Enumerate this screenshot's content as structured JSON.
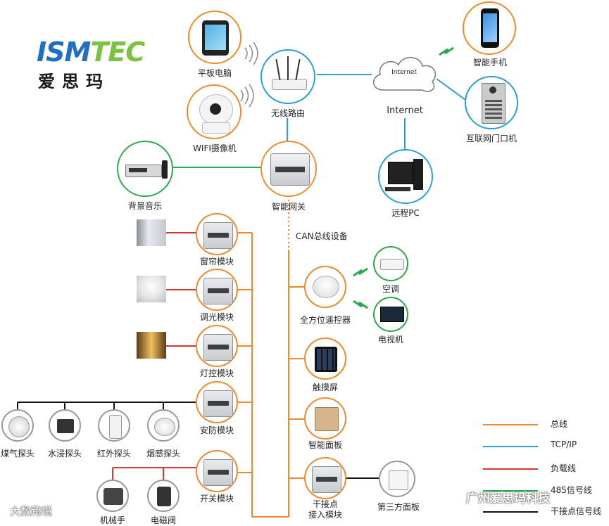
{
  "brand": {
    "logo_en": "ISMTEC",
    "logo_cn": "爱思玛"
  },
  "nodes": {
    "tablet": "平板电脑",
    "router": "无线路由",
    "internet_cloud": "Internet",
    "internet_label": "Internet",
    "phone": "智能手机",
    "door_phone": "互联网门口机",
    "camera": "WIFI摄像机",
    "remote_pc": "远程PC",
    "background_music": "背景音乐",
    "gateway": "智能网关",
    "can_bus": "CAN总线设备",
    "curtain_module": "窗帘模块",
    "dimming_module": "调光模块",
    "lighting_module": "灯控模块",
    "security_module": "安防模块",
    "switch_module": "开关模块",
    "omni_remote": "全方位遥控器",
    "air_conditioner": "空调",
    "tv": "电视机",
    "touch_screen": "触摸屏",
    "smart_panel": "智能面板",
    "dry_contact_module_line1": "干接点",
    "dry_contact_module_line2": "接入模块",
    "third_party_panel": "第三方面板",
    "gas_detector": "煤气探头",
    "water_detector": "水浸探头",
    "infrared_detector": "红外探头",
    "smoke_detector": "烟感探头",
    "manipulator": "机械手",
    "solenoid_valve": "电磁阀"
  },
  "legend": [
    {
      "label": "总线",
      "color": "#f08a2c"
    },
    {
      "label": "TCP/IP",
      "color": "#2a9fd6"
    },
    {
      "label": "负载线",
      "color": "#d0392f"
    },
    {
      "label": "485信号线",
      "color": "#2aa84a"
    },
    {
      "label": "干接点信号线",
      "color": "#111111"
    }
  ],
  "watermarks": {
    "left": "大数跨境",
    "right": "广州爱思玛科技"
  },
  "colors": {
    "bus": "#f08a2c",
    "tcpip": "#2a9fd6",
    "load": "#d0392f",
    "rs485": "#2aa84a",
    "dry_contact": "#111111",
    "logo_blue": "#1f6fc4",
    "logo_green": "#7cc242"
  }
}
